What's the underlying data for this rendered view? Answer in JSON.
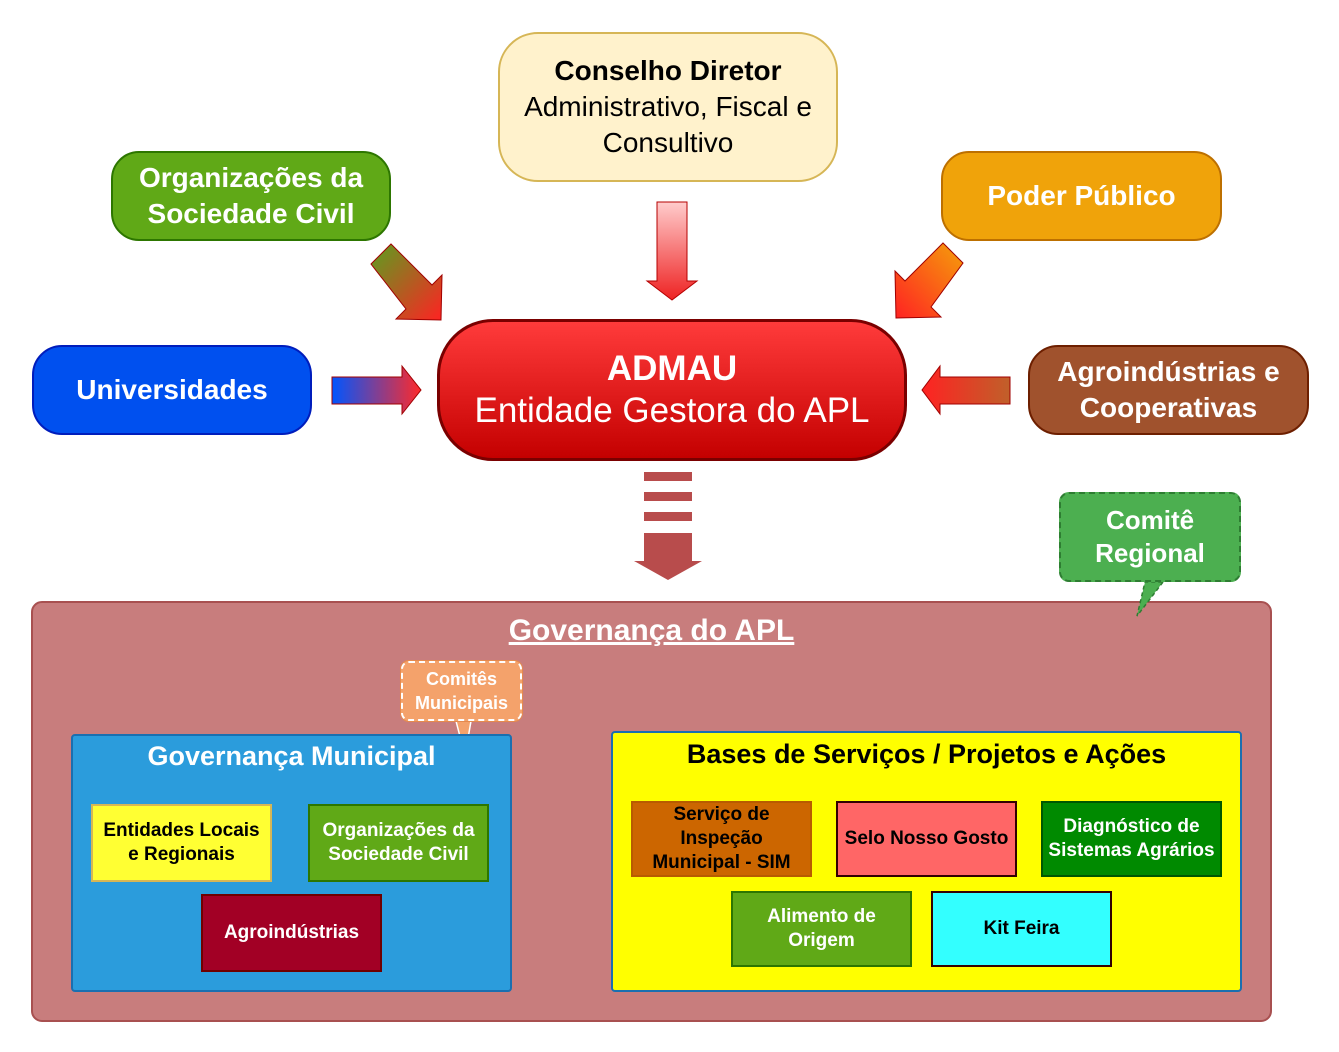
{
  "top": {
    "conselho": {
      "title": "Conselho Diretor",
      "line1": "Administrativo, Fiscal e",
      "line2": "Consultivo"
    },
    "osc": {
      "line1": "Organizações da",
      "line2": "Sociedade Civil"
    },
    "poder": {
      "label": "Poder Público"
    },
    "universidades": {
      "label": "Universidades"
    },
    "agroindustrias": {
      "line1": "Agroindústrias e",
      "line2": "Cooperativas"
    }
  },
  "admau": {
    "title": "ADMAU",
    "subtitle": "Entidade Gestora do APL"
  },
  "comments": {
    "comite_regional": {
      "line1": "Comitê",
      "line2": "Regional"
    },
    "comites_municipais": {
      "line1": "Comitês",
      "line2": "Municipais"
    }
  },
  "governance": {
    "title": "Governança do APL",
    "municipal": {
      "title": "Governança Municipal",
      "entidades": {
        "line1": "Entidades Locais",
        "line2": "e Regionais"
      },
      "osc": {
        "line1": "Organizações da",
        "line2": "Sociedade Civil"
      },
      "agro": {
        "label": "Agroindústrias"
      }
    },
    "bases": {
      "title": "Bases de Serviços / Projetos e Ações",
      "sim": {
        "line1": "Serviço de",
        "line2": "Inspeção",
        "line3": "Municipal - SIM"
      },
      "selo": {
        "label": "Selo Nosso Gosto"
      },
      "diag": {
        "line1": "Diagnóstico de",
        "line2": "Sistemas Agrários"
      },
      "alimento": {
        "line1": "Alimento de",
        "line2": "Origem"
      },
      "kit": {
        "label": "Kit Feira"
      }
    }
  },
  "colors": {
    "admau": "#e00000",
    "osc": "#60a917",
    "poder": "#f0a30a",
    "universidades": "#0050ef",
    "agroindustrias": "#a0522d",
    "governance_bg": "#c87d7d",
    "municipal_bg": "#2b9cdc",
    "bases_bg": "#ffff00"
  }
}
